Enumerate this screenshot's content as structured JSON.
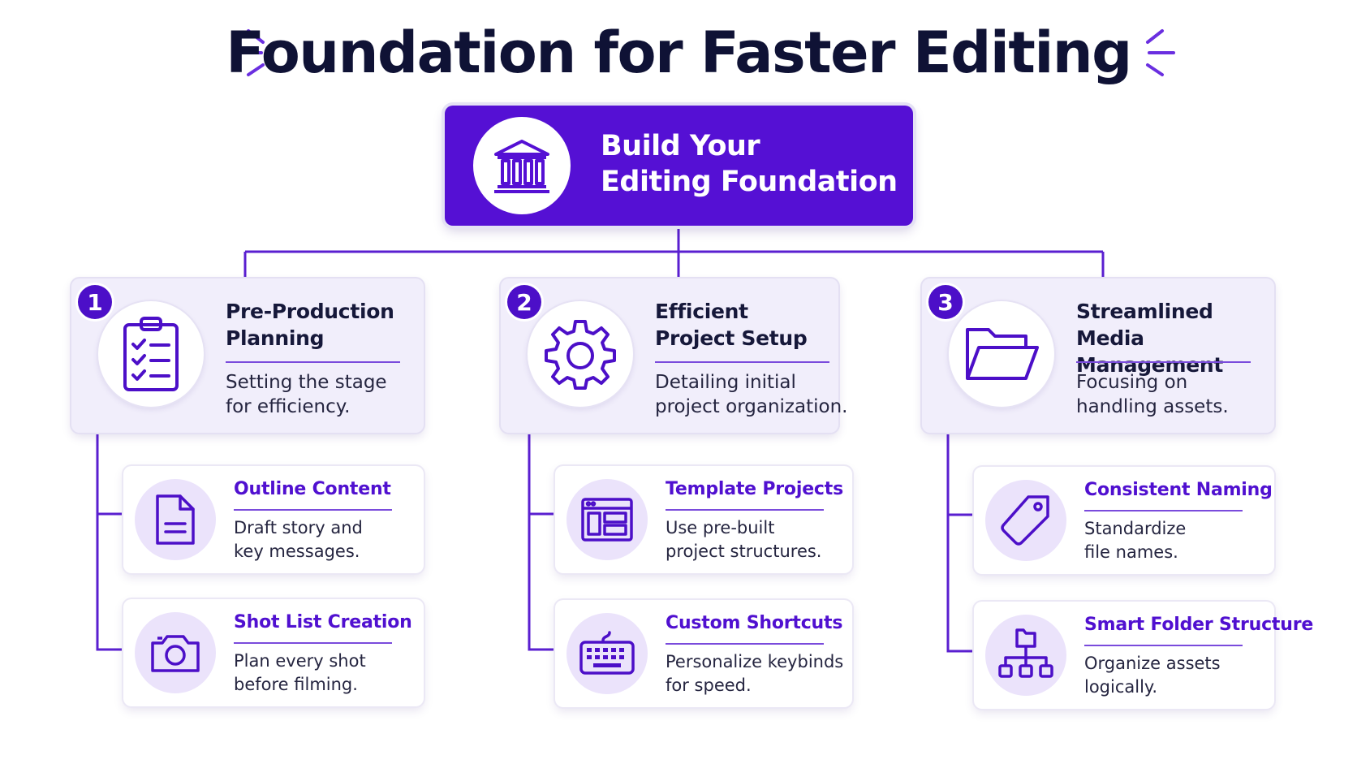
{
  "title": "Foundation for Faster Editing",
  "colors": {
    "primary": "#5510d4",
    "accent_line": "#5a1fd0",
    "card_bg": "#f1eefb",
    "icon_bg": "#ebe3fb",
    "title_text": "#0f1235"
  },
  "root": {
    "title": "Build Your\nEditing Foundation",
    "icon": "institution-columns-icon"
  },
  "branches": [
    {
      "number": "1",
      "title": "Pre-Production\nPlanning",
      "description": "Setting the stage\nfor efficiency.",
      "icon": "clipboard-checklist-icon",
      "items": [
        {
          "title": "Outline Content",
          "description": "Draft story and\nkey messages.",
          "icon": "document-icon"
        },
        {
          "title": "Shot List Creation",
          "description": "Plan every shot\nbefore filming.",
          "icon": "camera-icon"
        }
      ]
    },
    {
      "number": "2",
      "title": "Efficient\nProject Setup",
      "description": "Detailing initial\nproject organization.",
      "icon": "gear-icon",
      "items": [
        {
          "title": "Template Projects",
          "description": "Use pre-built\nproject structures.",
          "icon": "template-layout-icon"
        },
        {
          "title": "Custom Shortcuts",
          "description": "Personalize keybinds\nfor speed.",
          "icon": "keyboard-icon"
        }
      ]
    },
    {
      "number": "3",
      "title": "Streamlined\nMedia Management",
      "description": "Focusing on\nhandling assets.",
      "icon": "folder-icon",
      "items": [
        {
          "title": "Consistent Naming",
          "description": "Standardize\nfile names.",
          "icon": "tag-icon"
        },
        {
          "title": "Smart Folder Structure",
          "description": "Organize assets\nlogically.",
          "icon": "folder-hierarchy-icon"
        }
      ]
    }
  ]
}
